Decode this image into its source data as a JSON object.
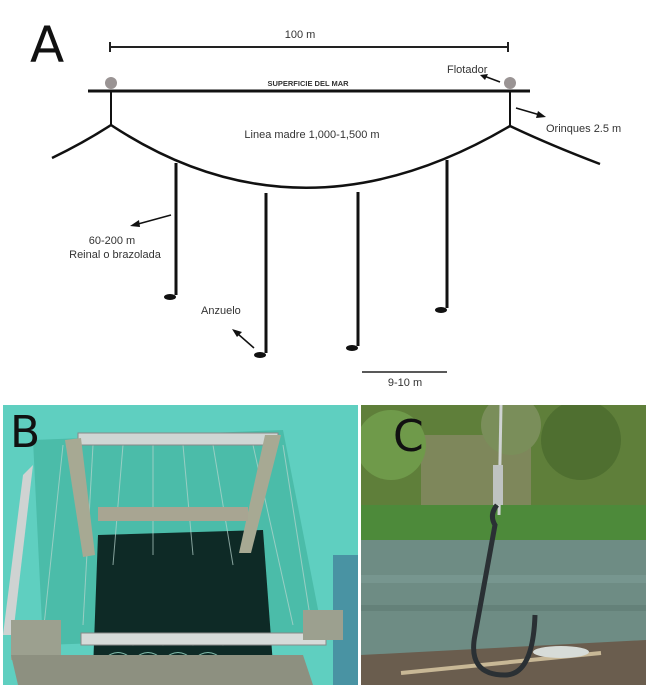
{
  "panels": {
    "a": {
      "letter": "A",
      "scale_top": "100 m",
      "surface_label": "SUPERFICIE DEL MAR",
      "float_label": "Flotador",
      "buoy_line_label": "Orinques 2.5 m",
      "mainline_label": "Linea madre 1,000-1,500 m",
      "branch_length": "60-200 m",
      "branch_label": "Reinal o brazolada",
      "hook_label": "Anzuelo",
      "scale_bottom": "9-10 m"
    },
    "b": {
      "letter": "B"
    },
    "c": {
      "letter": "C"
    }
  },
  "colors": {
    "line": "#111111",
    "buoy": "#9a9494",
    "text": "#333333",
    "panel_b_bg": "#5fcfc0",
    "panel_c_water": "#6e8c84",
    "panel_c_foliage": "#5f7f3a"
  }
}
